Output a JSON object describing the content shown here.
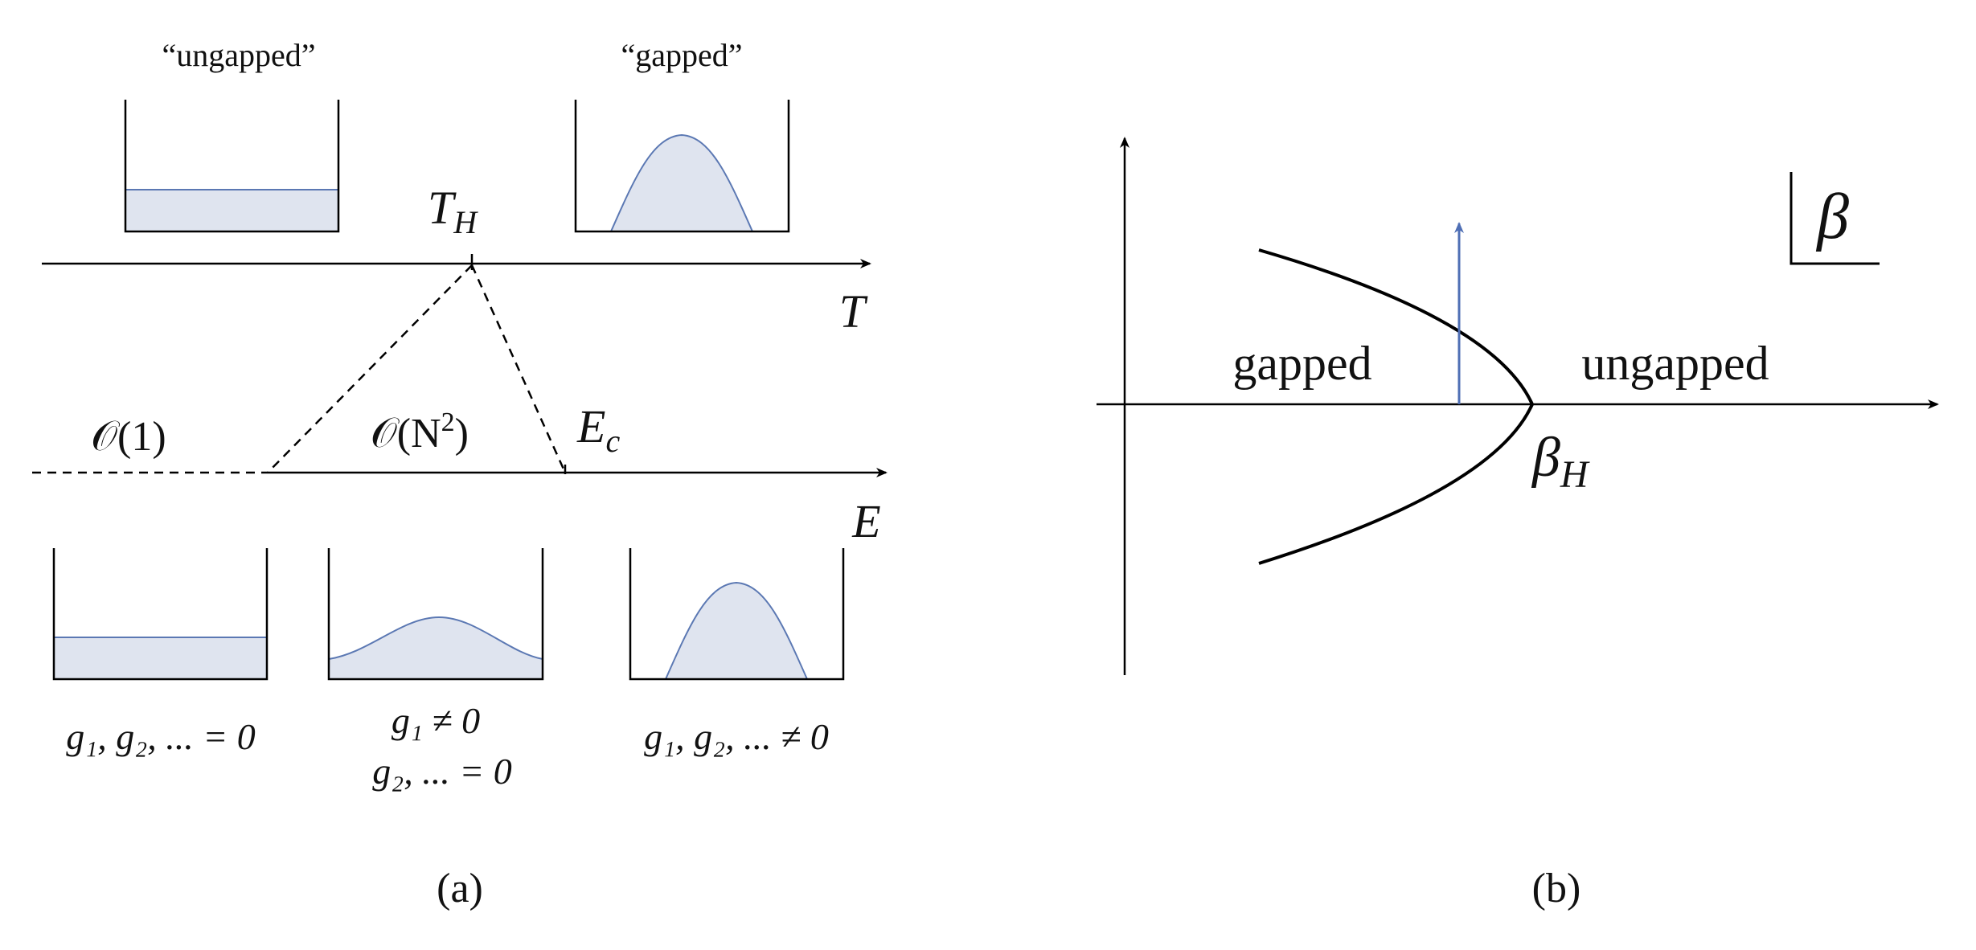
{
  "panel_a": {
    "caption": "(a)",
    "top_left_label": "“ungapped”",
    "top_right_label": "“gapped”",
    "T_axis": {
      "label": "T",
      "marker": "T",
      "marker_sub": "H"
    },
    "E_axis": {
      "label": "E",
      "region_small": "𝒪(1)",
      "region_mid": "𝒪(N",
      "region_mid_sup": "2",
      "region_mid_close": ")",
      "marker": "E",
      "marker_sub": "c"
    },
    "bottom_labels": {
      "left": "g₁, g₂, ... = 0",
      "middle_line1": "g₁ ≠ 0",
      "middle_line2": "g₂, ... = 0",
      "right": "g₁, g₂, ... ≠ 0"
    }
  },
  "panel_b": {
    "caption": "(b)",
    "gapped_label": "gapped",
    "ungapped_label": "ungapped",
    "critical_label": "β",
    "critical_sub": "H",
    "plane_label": "β"
  },
  "colors": {
    "ink": "#000000",
    "fill": "#dfe4ef",
    "fill_stroke": "#5b78b3",
    "arrow": "#4f6fb5"
  }
}
